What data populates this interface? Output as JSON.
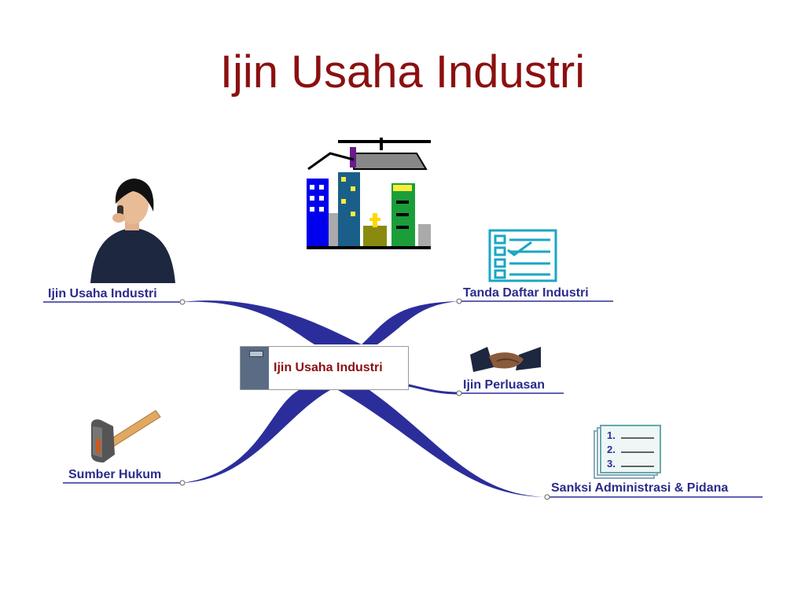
{
  "slide": {
    "title": "Ijin Usaha Industri"
  },
  "mindmap": {
    "center": {
      "label": "Ijin Usaha Industri"
    },
    "branches": [
      {
        "label": "Ijin Usaha Industri",
        "icon": "woman-phone-icon"
      },
      {
        "label": "Tanda Daftar Industri",
        "icon": "checklist-icon"
      },
      {
        "label": "Ijin Perluasan",
        "icon": "handshake-icon"
      },
      {
        "label": "Sumber Hukum",
        "icon": "hammer-icon"
      },
      {
        "label": "Sanksi Administrasi & Pidana",
        "icon": "numbered-list-icon"
      }
    ],
    "decoration_icon": "city-helicopter-icon",
    "colors": {
      "title": "#8b1010",
      "branch": "#2b2b8c",
      "center_text": "#8b1010"
    }
  }
}
